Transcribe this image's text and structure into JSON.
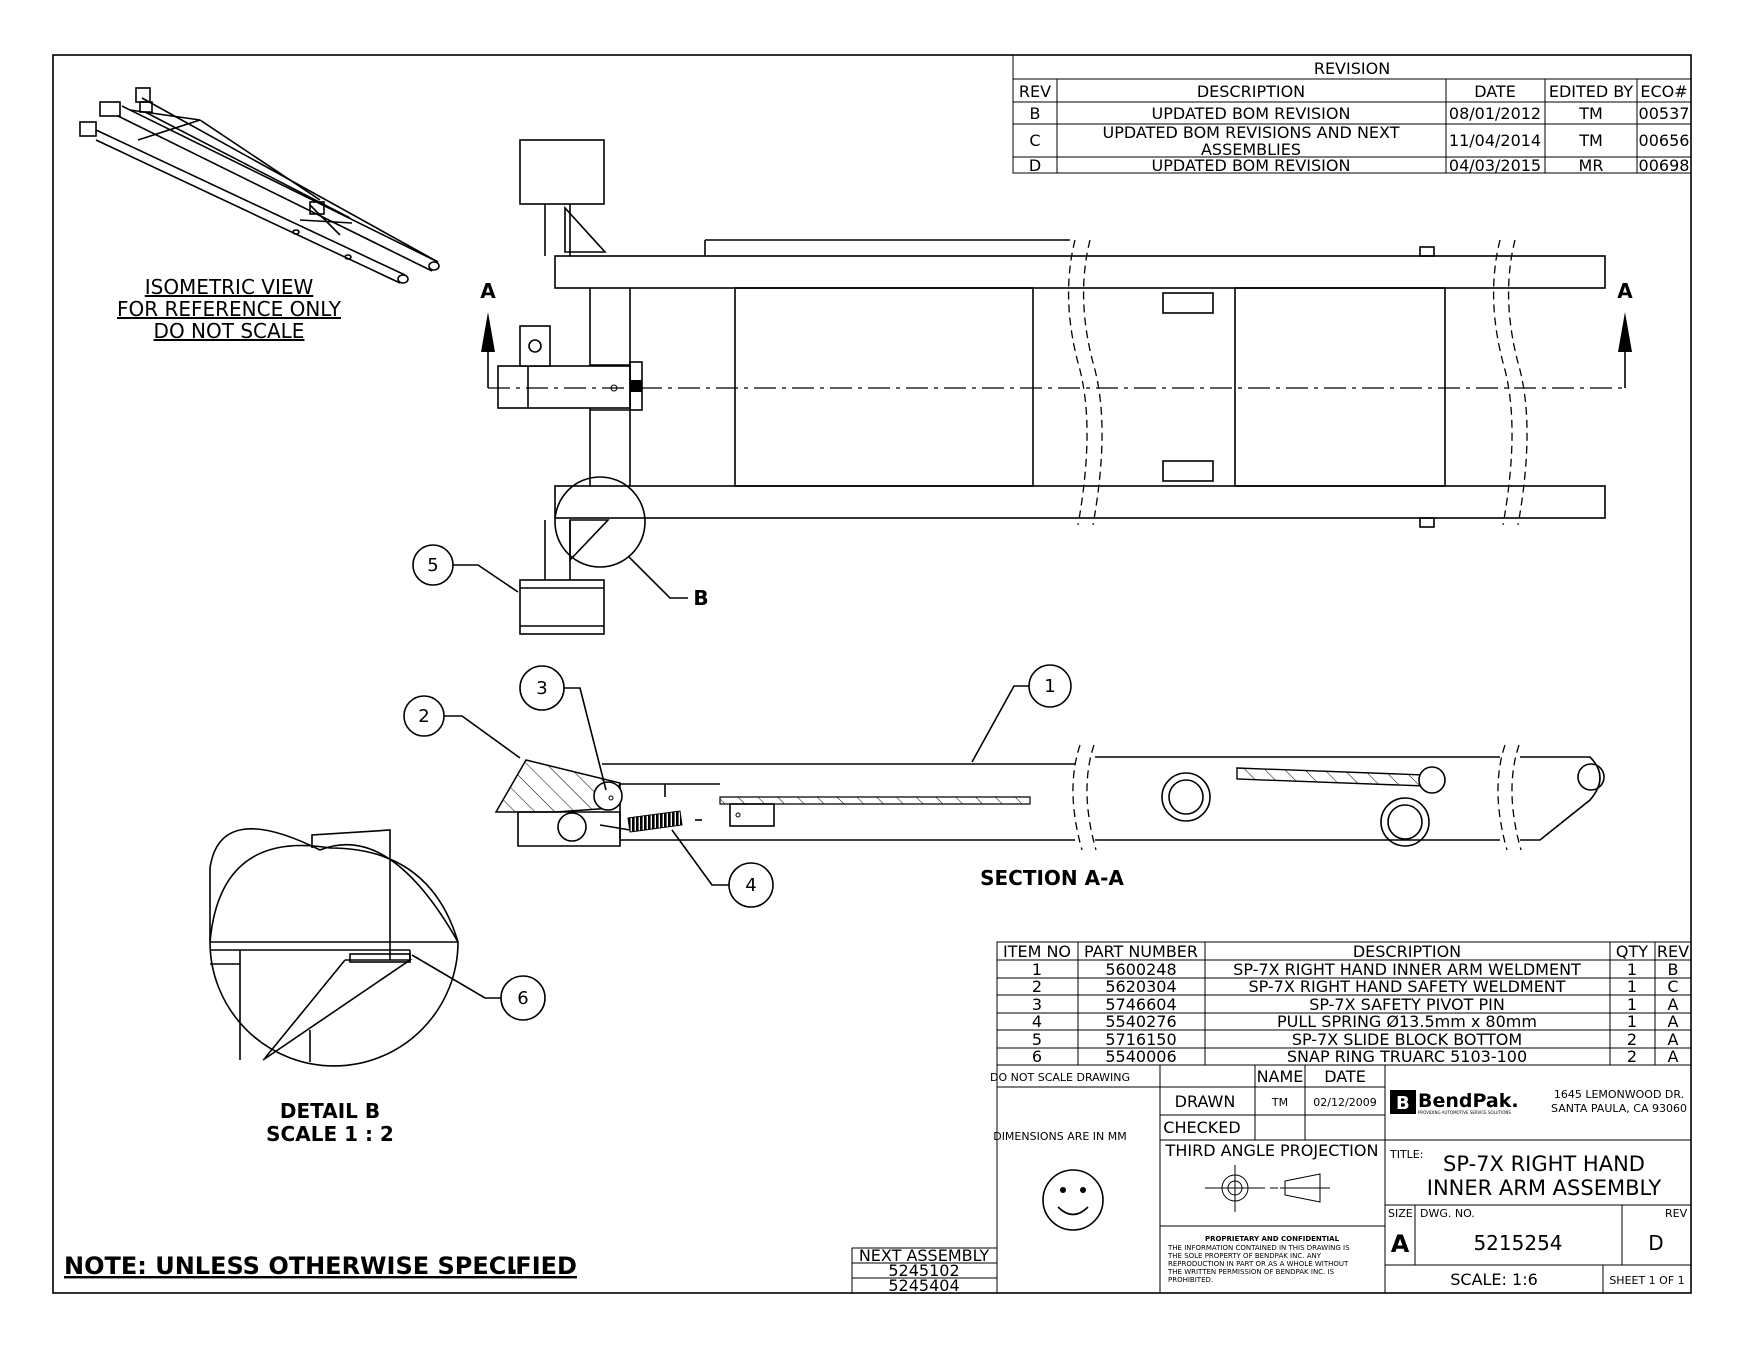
{
  "revision_block": {
    "title": "REVISION",
    "headers": [
      "REV",
      "DESCRIPTION",
      "DATE",
      "EDITED BY",
      "ECO#"
    ],
    "rows": [
      {
        "rev": "B",
        "desc1": "UPDATED BOM REVISION",
        "desc2": "",
        "date": "08/01/2012",
        "by": "TM",
        "eco": "00537"
      },
      {
        "rev": "C",
        "desc1": "UPDATED BOM REVISIONS AND NEXT",
        "desc2": "ASSEMBLIES",
        "date": "11/04/2014",
        "by": "TM",
        "eco": "00656"
      },
      {
        "rev": "D",
        "desc1": "UPDATED BOM REVISION",
        "desc2": "",
        "date": "04/03/2015",
        "by": "MR",
        "eco": "00698"
      }
    ]
  },
  "isometric_note": [
    "ISOMETRIC VIEW",
    "FOR REFERENCE ONLY",
    "DO NOT SCALE"
  ],
  "section_letter": "A",
  "detail_letter": "B",
  "section_label": "SECTION A-A",
  "detail_label": [
    "DETAIL B",
    "SCALE 1 : 2"
  ],
  "balloons": [
    "1",
    "2",
    "3",
    "4",
    "5",
    "6"
  ],
  "bom": {
    "headers": [
      "ITEM NO",
      "PART NUMBER",
      "DESCRIPTION",
      "QTY",
      "REV"
    ],
    "rows": [
      {
        "item": "1",
        "part": "5600248",
        "desc": "SP-7X RIGHT HAND INNER ARM WELDMENT",
        "qty": "1",
        "rev": "B"
      },
      {
        "item": "2",
        "part": "5620304",
        "desc": "SP-7X RIGHT HAND SAFETY WELDMENT",
        "qty": "1",
        "rev": "C"
      },
      {
        "item": "3",
        "part": "5746604",
        "desc": "SP-7X SAFETY PIVOT PIN",
        "qty": "1",
        "rev": "A"
      },
      {
        "item": "4",
        "part": "5540276",
        "desc": "PULL SPRING Ø13.5mm x 80mm",
        "qty": "1",
        "rev": "A"
      },
      {
        "item": "5",
        "part": "5716150",
        "desc": "SP-7X SLIDE BLOCK BOTTOM",
        "qty": "2",
        "rev": "A"
      },
      {
        "item": "6",
        "part": "5540006",
        "desc": "SNAP RING TRUARC 5103-100",
        "qty": "2",
        "rev": "A"
      }
    ]
  },
  "title_block": {
    "do_not_scale": "DO NOT SCALE DRAWING",
    "name_header": "NAME",
    "date_header": "DATE",
    "drawn_label": "DRAWN",
    "drawn_name": "TM",
    "drawn_date": "02/12/2009",
    "checked_label": "CHECKED",
    "dimensions_note": "DIMENSIONS ARE IN MM",
    "projection": "THIRD ANGLE PROJECTION",
    "proprietary_title": "PROPRIETARY AND CONFIDENTIAL",
    "proprietary_text": [
      "THE INFORMATION CONTAINED IN THIS DRAWING IS",
      "THE SOLE PROPERTY OF BENDPAK INC. ANY",
      "REPRODUCTION IN PART OR AS A WHOLE WITHOUT",
      "THE WRITTEN PERMISSION OF BENDPAK INC. IS",
      "PROHIBITED."
    ],
    "company_logo": "BendPak.",
    "company_tagline": "PROVIDING AUTOMOTIVE SERVICE SOLUTIONS",
    "address_1": "1645 LEMONWOOD DR.",
    "address_2": "SANTA PAULA, CA 93060",
    "title_label": "TITLE:",
    "title_1": "SP-7X RIGHT HAND",
    "title_2": "INNER ARM ASSEMBLY",
    "size_label": "SIZE",
    "size_value": "A",
    "dwg_label": "DWG.  NO.",
    "dwg_number": "5215254",
    "rev_label": "REV",
    "rev_value": "D",
    "scale": "SCALE: 1:6",
    "sheet": "SHEET 1 OF 1"
  },
  "next_assembly": {
    "label": "NEXT ASSEMBLY",
    "items": [
      "5245102",
      "5245404"
    ]
  },
  "note": "NOTE: UNLESS OTHERWISE SPECIFIED",
  "note_suffix": "."
}
